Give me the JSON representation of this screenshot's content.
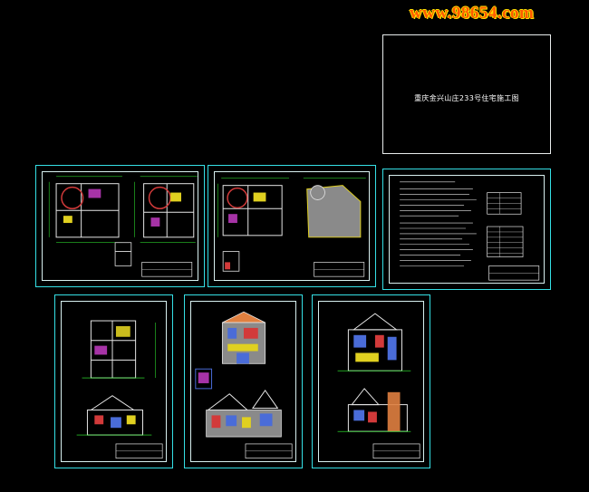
{
  "watermark": {
    "text": "www.98654.com",
    "color": "#ff5a00",
    "outline": "#ffe000"
  },
  "cover_sheet": {
    "title": "重庆金兴山庄233号住宅施工图"
  },
  "colors": {
    "background": "#000000",
    "sheet_border": "#35e0e6",
    "frame": "#d8f0f0",
    "wall": "#e6e6e6",
    "dimension": "#35ff35",
    "fill_red": "#d23a3a",
    "fill_blue": "#4a6cd8",
    "fill_yellow": "#e0d020",
    "fill_magenta": "#d040d0",
    "fill_orange": "#e08040",
    "fill_grey": "#8a8a8a"
  },
  "sheets": [
    {
      "id": "floor-plans-1",
      "kind": "plan"
    },
    {
      "id": "floor-plans-2",
      "kind": "plan"
    },
    {
      "id": "design-notes",
      "kind": "notes"
    },
    {
      "id": "section-elevation",
      "kind": "elevation"
    },
    {
      "id": "elevations-1",
      "kind": "elevation"
    },
    {
      "id": "elevations-2",
      "kind": "elevation"
    }
  ]
}
